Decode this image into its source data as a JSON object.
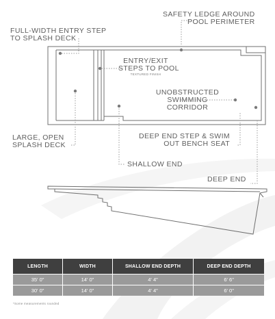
{
  "labels": {
    "safety_ledge_line1": "SAFETY LEDGE AROUND",
    "safety_ledge_line2": "POOL PERIMETER",
    "entry_step_line1": "FULL-WIDTH ENTRY STEP",
    "entry_step_line2": "TO SPLASH DECK",
    "entry_exit_line1": "ENTRY/EXIT",
    "entry_exit_line2": "STEPS TO POOL",
    "entry_exit_sub": "TEXTURED FINISH",
    "corridor_line1": "UNOBSTRUCTED",
    "corridor_line2": "SWIMMING",
    "corridor_line3": "CORRIDOR",
    "splash_line1": "LARGE, OPEN",
    "splash_line2": "SPLASH DECK",
    "deep_step_line1": "DEEP END STEP & SWIM",
    "deep_step_line2": "OUT BENCH SEAT",
    "shallow_end": "SHALLOW END",
    "deep_end": "DEEP END"
  },
  "table": {
    "headers": [
      "LENGTH",
      "WIDTH",
      "SHALLOW END DEPTH",
      "DEEP END DEPTH"
    ],
    "rows": [
      [
        "35' 0\"",
        "14' 0\"",
        "4' 4\"",
        "6' 6\""
      ],
      [
        "30' 0\"",
        "14' 0\"",
        "4' 4\"",
        "6' 0\""
      ]
    ]
  },
  "footnote": "*Some measurements rounded",
  "colors": {
    "line": "#7a7a7a",
    "header_bg": "#3f3f3f",
    "row_bg": "#9a9a9a",
    "swoosh": "#f1f1f1"
  }
}
